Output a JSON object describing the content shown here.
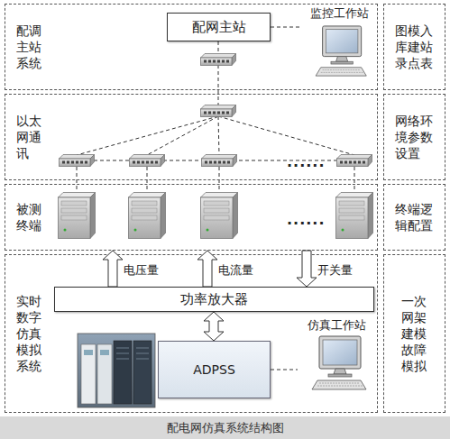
{
  "diagram": {
    "caption": "配电网仿真系统结构图",
    "nodes": [
      {
        "text": [
          "配调主站系统"
        ]
      },
      {
        "text": [
          "配网主站"
        ],
        "in": 0
      },
      {
        "text": [
          "监控工作站"
        ],
        "in": 0
      },
      {
        "text": [
          "图模入库建站录点表"
        ]
      },
      {
        "text": [
          "以太网通讯"
        ]
      },
      {
        "text": [
          "网络环境参数设置"
        ]
      },
      {
        "text": [
          "被测终端"
        ]
      },
      {
        "text": [
          "终端逻辑配置"
        ]
      },
      {
        "text": [
          "实时数字仿真模拟系统"
        ]
      },
      {
        "text": [
          "功率放大器"
        ],
        "in": 8
      },
      {
        "text": [
          "ADPSS"
        ],
        "in": 8
      },
      {
        "text": [
          "仿真工作站"
        ],
        "in": 8
      },
      {
        "text": [
          "一次网架建模故障模拟"
        ]
      }
    ],
    "edges": [
      {
        "from": 1,
        "to": 2,
        "arrow": "none"
      },
      {
        "from": 9,
        "to": 6,
        "label": "电压量",
        "arrow": "to"
      },
      {
        "from": 9,
        "to": 6,
        "label": "电流量",
        "arrow": "to"
      },
      {
        "from": 6,
        "to": 9,
        "label": "开关量",
        "arrow": "to"
      },
      {
        "from": 9,
        "to": 10,
        "arrow": "both"
      },
      {
        "from": 10,
        "to": 11,
        "arrow": "none"
      }
    ],
    "labels": [
      "......",
      "......"
    ]
  }
}
